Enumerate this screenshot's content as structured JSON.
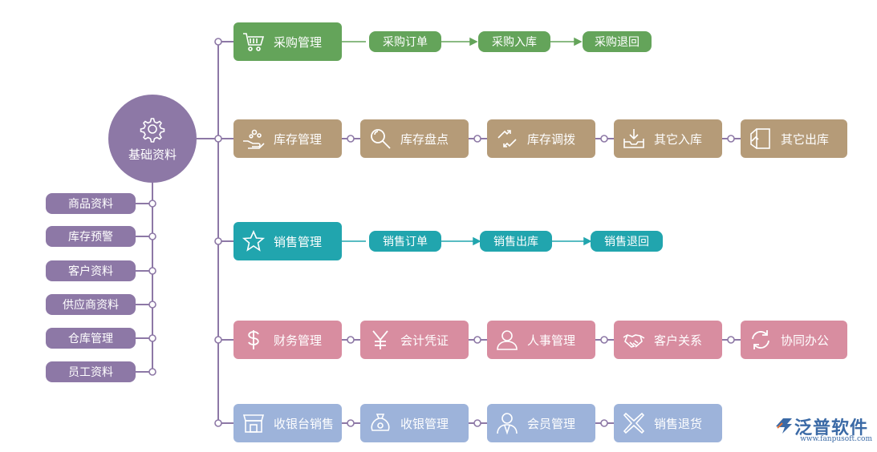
{
  "center": {
    "label": "基础资料",
    "icon": "gear-icon"
  },
  "left_items": [
    "商品资料",
    "库存预警",
    "客户资料",
    "供应商资料",
    "仓库管理",
    "员工资料"
  ],
  "rows": [
    {
      "name": "purchase",
      "color": "#64a45a",
      "main": {
        "label": "采购管理",
        "icon": "shopping-cart-icon"
      },
      "steps": [
        "采购订单",
        "采购入库",
        "采购退回"
      ]
    },
    {
      "name": "inventory",
      "color": "#b59b78",
      "items": [
        {
          "label": "库存管理",
          "icon": "hand-coins-icon"
        },
        {
          "label": "库存盘点",
          "icon": "magnifier-icon"
        },
        {
          "label": "库存调拨",
          "icon": "transfer-arrows-icon"
        },
        {
          "label": "其它入库",
          "icon": "inbox-download-icon"
        },
        {
          "label": "其它出库",
          "icon": "outbound-door-icon"
        }
      ]
    },
    {
      "name": "sales",
      "color": "#21a5ae",
      "main": {
        "label": "销售管理",
        "icon": "star-icon"
      },
      "steps": [
        "销售订单",
        "销售出库",
        "销售退回"
      ]
    },
    {
      "name": "finance",
      "color": "#d88da0",
      "items": [
        {
          "label": "财务管理",
          "icon": "dollar-icon"
        },
        {
          "label": "会计凭证",
          "icon": "yen-icon"
        },
        {
          "label": "人事管理",
          "icon": "person-icon"
        },
        {
          "label": "客户关系",
          "icon": "handshake-icon"
        },
        {
          "label": "协同办公",
          "icon": "sync-icon"
        }
      ]
    },
    {
      "name": "cashier",
      "color": "#9db3da",
      "items": [
        {
          "label": "收银台销售",
          "icon": "storefront-icon"
        },
        {
          "label": "收银管理",
          "icon": "money-bag-icon"
        },
        {
          "label": "会员管理",
          "icon": "member-icon"
        },
        {
          "label": "销售退货",
          "icon": "cross-return-icon"
        }
      ]
    }
  ],
  "logo": {
    "brand": "泛普软件",
    "url": "www.fanpusoft.com"
  }
}
